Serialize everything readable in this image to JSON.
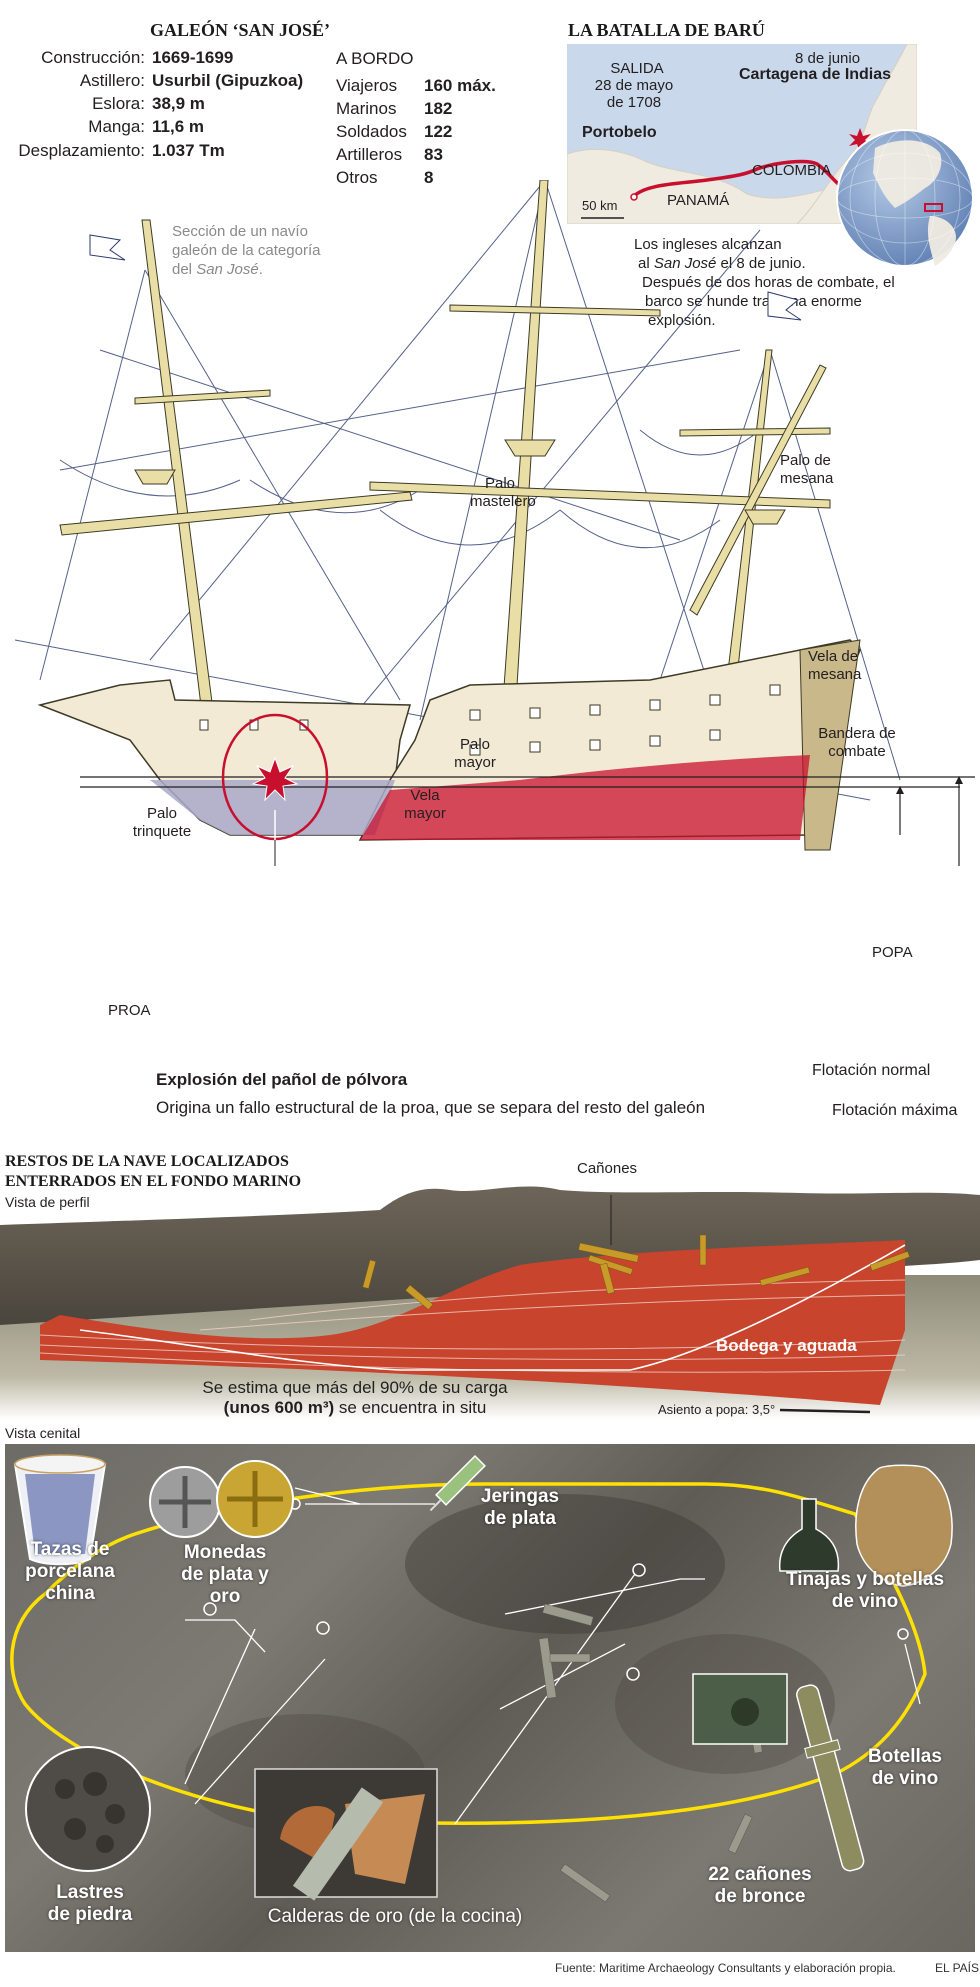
{
  "galleon": {
    "title": "GALEÓN ‘SAN JOSÉ’",
    "specs": [
      {
        "label": "Construcción:",
        "value": "1669-1699"
      },
      {
        "label": "Astillero:",
        "value": "Usurbil (Gipuzkoa)"
      },
      {
        "label": "Eslora:",
        "value": "38,9 m"
      },
      {
        "label": "Manga:",
        "value": "11,6 m"
      },
      {
        "label": "Desplazamiento:",
        "value": "1.037 Tm"
      }
    ],
    "onboard": {
      "heading": "A BORDO",
      "rows": [
        {
          "label": "Viajeros",
          "value": "160 máx."
        },
        {
          "label": "Marinos",
          "value": "182"
        },
        {
          "label": "Soldados",
          "value": "122"
        },
        {
          "label": "Artilleros",
          "value": "83"
        },
        {
          "label": "Otros",
          "value": "8"
        }
      ]
    },
    "section_note": {
      "line1": "Sección de un navío",
      "line2": "galeón de la categoría",
      "line3_prefix": "del ",
      "line3_italic": "San José",
      "line3_suffix": "."
    }
  },
  "battle": {
    "title": "LA BATALLA DE BARÚ",
    "map": {
      "departure_heading": "SALIDA",
      "departure_date1": "28 de mayo",
      "departure_date2": "de 1708",
      "origin": "Portobelo",
      "arrival_date": "8 de junio",
      "destination": "Cartagena de Indias",
      "country1": "COLOMBIA",
      "country2": "PANAMÁ",
      "scale": "50 km",
      "route_color": "#c8102e",
      "sea_color": "#c9d8ea",
      "land_color": "#efebe1"
    },
    "description": {
      "line1": "Los ingleses alcanzan",
      "line2_prefix": "al ",
      "line2_italic": "San José",
      "line2_suffix": " el 8 de junio.",
      "line3": "Después de dos horas de combate, el",
      "line4": "barco se hunde tras una enorme",
      "line5": "explosión."
    }
  },
  "ship_labels": {
    "palo_mastelero": [
      "Palo",
      "mastelero"
    ],
    "palo_de_mesana": [
      "Palo de",
      "mesana"
    ],
    "vela_de_mesana": [
      "Vela de",
      "mesana"
    ],
    "bandera_de_combate": [
      "Bandera de",
      "combate"
    ],
    "palo_mayor": [
      "Palo",
      "mayor"
    ],
    "vela_mayor": [
      "Vela",
      "mayor"
    ],
    "palo_trinquete": [
      "Palo",
      "trinquete"
    ],
    "proa": "PROA",
    "popa": "POPA",
    "hold": "Bodega y aguada",
    "flotacion_normal": "Flotación normal",
    "flotacion_maxima": "Flotación máxima",
    "explosion_title": "Explosión del pañol de pólvora",
    "explosion_desc": "Origina un fallo estructural de la proa, que se separa del resto del galeón",
    "hold_color": "#c8102e"
  },
  "remains": {
    "title_line1": "RESTOS DE LA NAVE LOCALIZADOS",
    "title_line2": "ENTERRADOS EN EL FONDO MARINO",
    "profile_view": "Vista de perfil",
    "cannons_label": "Cañones",
    "hold_label": "Bodega y aguada",
    "estimate_line1": "Se estima que más del 90% de su carga",
    "estimate_bold": "(unos 600 m³)",
    "estimate_suffix": " se encuentra in situ",
    "trim": "Asiento a popa: 3,5°",
    "top_view": "Vista cenital",
    "finds": [
      {
        "id": "tazas",
        "lines": [
          "Tazas de",
          "porcelana",
          "china"
        ]
      },
      {
        "id": "monedas",
        "lines": [
          "Monedas",
          "de plata y oro"
        ]
      },
      {
        "id": "jeringas",
        "lines": [
          "Jeringas",
          "de plata"
        ]
      },
      {
        "id": "tinajas",
        "lines": [
          "Tinajas y botellas",
          "de vino"
        ]
      },
      {
        "id": "botellas",
        "lines": [
          "Botellas",
          "de vino"
        ]
      },
      {
        "id": "lastres",
        "lines": [
          "Lastres",
          "de piedra"
        ]
      },
      {
        "id": "calderas",
        "lines": [
          "Calderas de oro (de la cocina)"
        ]
      },
      {
        "id": "canones",
        "lines": [
          "22 cañones",
          "de bronce"
        ]
      }
    ],
    "outline_color": "#ffe100"
  },
  "footer": {
    "source": "Fuente: Maritime Archaeology Consultants y elaboración propia.",
    "brand": "EL PAÍS"
  }
}
